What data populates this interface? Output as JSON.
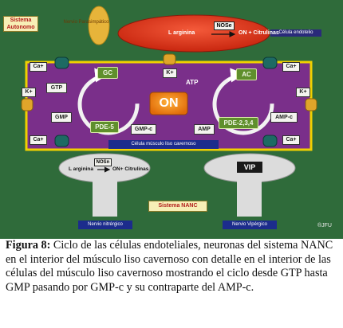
{
  "diagram": {
    "top_left_label_1": "Sistema Autonomo",
    "top_left_label_2": "Nervio Parasimpático",
    "endothelial_label": "Célula endotelio",
    "nose_label": "NOSe",
    "nose_reaction_left": "L arginina",
    "nose_reaction_right": "ON + Citrulinas",
    "muscle_label": "Célula músculo liso cavernoso",
    "ion_ca": "Ca+",
    "ion_k": "K+",
    "gc": "GC",
    "ac": "AC",
    "gtp": "GTP",
    "gmp": "GMP",
    "pde5": "PDE-5",
    "gmpc": "GMP-c",
    "atp": "ATP",
    "amp": "AMP",
    "pde234": "PDE-2,3,4",
    "ampc": "AMP-c",
    "on_center": "ON",
    "nosn_label": "NOSn",
    "nosn_reaction_left": "L arginina",
    "nosn_reaction_right": "ON+ Citrulinas",
    "vip": "VIP",
    "nanc_label": "Sistema NANC",
    "nervio_nitrergico": "Nervio nitrérgico",
    "nervio_vipergico": "Nervio Vipérgico",
    "credit": "®JFU"
  },
  "caption": {
    "figure_label": "Figura 8:",
    "text": "Ciclo de las células endoteliales, neuronas del sistema NANC en el interior del músculo liso cavernoso con detalle en el interior de las células del músculo liso cavernoso mostrando el ciclo desde GTP hasta GMP pasando por GMP-c y su contraparte del AMP-c."
  },
  "colors": {
    "background": "#2f6b3a",
    "muscle_cell": "#7a2f8a",
    "muscle_border": "#f0d000",
    "endothelium": "#e43a1e",
    "green_tag": "#5f8f2c",
    "on_orange": "#f08a12",
    "channel_teal": "#1d6a63",
    "channel_gold": "#e0a52a",
    "nerve_blue": "#1c2c8c"
  }
}
